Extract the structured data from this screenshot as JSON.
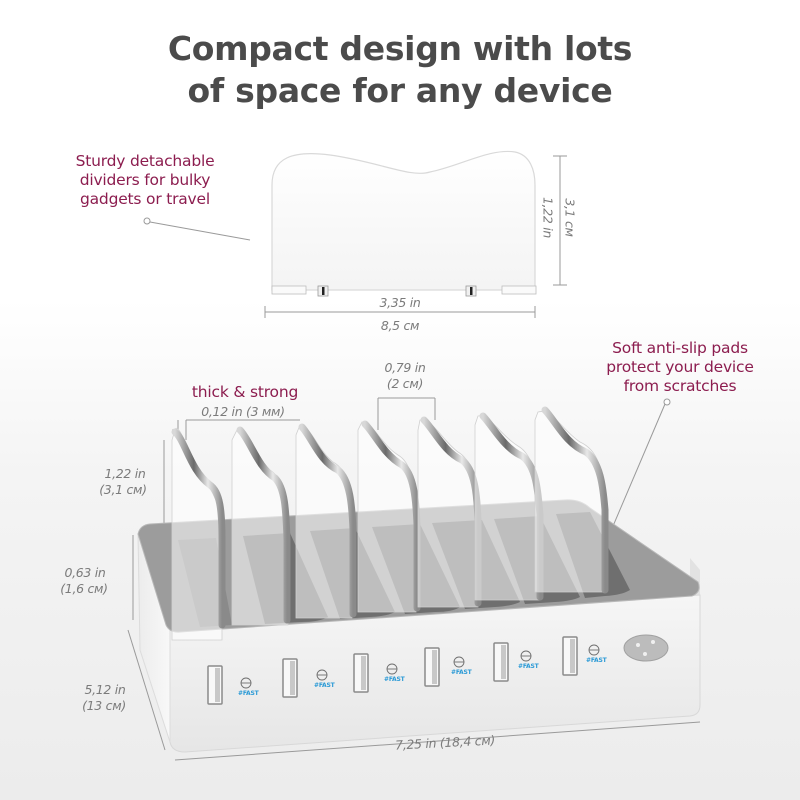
{
  "headline": {
    "line1": "Compact design with lots",
    "line2": "of space for any device"
  },
  "callouts": {
    "dividers": {
      "line1": "Sturdy detachable",
      "line2": "dividers for bulky",
      "line3": "gadgets or travel"
    },
    "pads": {
      "line1": "Soft anti-slip pads",
      "line2": "protect your device",
      "line3": "from scratches"
    },
    "thickness": {
      "label": "thick & strong"
    }
  },
  "dimensions": {
    "divider_height_in": "1,22 in",
    "divider_height_cm": "3,1 см",
    "divider_width_in": "3,35 in",
    "divider_width_cm": "8,5 см",
    "slot_gap_in": "0,79 in",
    "slot_gap_cm": "(2 см)",
    "thickness": "0,12 in (3 мм)",
    "stand_divider_height_in": "1,22 in",
    "stand_divider_height_cm": "(3,1 см)",
    "base_height_in": "0,63 in",
    "base_height_cm": "(1,6 см)",
    "depth_in": "5,12 in",
    "depth_cm": "(13 см)",
    "width": "7,25 in (18,4 см)"
  },
  "product": {
    "usb_ports": 6,
    "port_badge": "#FAST",
    "slots": 7,
    "power_socket": "AC inlet"
  },
  "colors": {
    "headline": "#4b4b4b",
    "accent": "#8c1d4f",
    "dimension_text": "#7b7b7b",
    "base_top": "#9a9a9a",
    "slot_pad": "#6e6e6e",
    "body_white": "#f3f3f3",
    "fast_badge": "#2b9ad6"
  }
}
